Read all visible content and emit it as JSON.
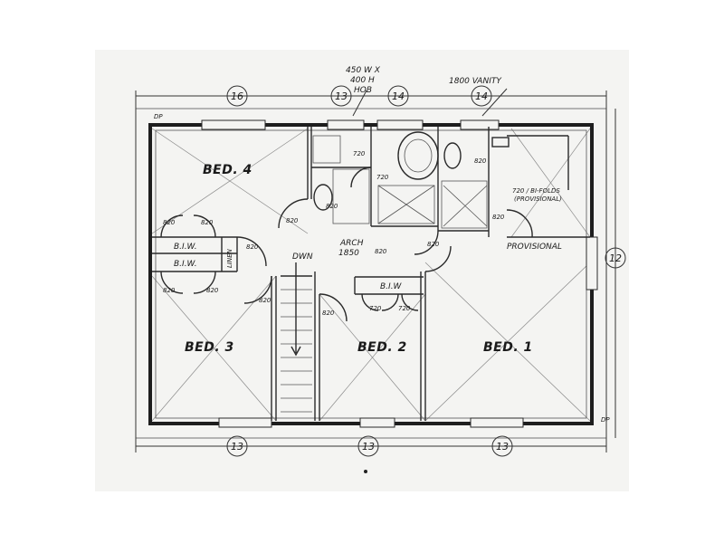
{
  "rooms": {
    "bed4": "BED. 4",
    "bed3": "BED. 3",
    "bed2": "BED. 2",
    "bed1": "BED. 1"
  },
  "labels": {
    "biw_upper": "B.I.W.",
    "biw_lower": "B.I.W.",
    "biw_bed2": "B.I.W",
    "linen": "LINEN",
    "dwn": "DWN",
    "arch": "ARCH",
    "arch_size": "1850",
    "vanity": "1800 VANITY",
    "hob_line1": "450 W X",
    "hob_line2": "400 H",
    "hob_line3": "HOB",
    "bifolds_line1": "720 / BI-FOLDS",
    "bifolds_line2": "(PROVISIONAL)",
    "provisional": "PROVISIONAL",
    "dp_tl": "DP",
    "dp_br": "DP"
  },
  "door_sizes": [
    {
      "id": "d1",
      "text": "820"
    },
    {
      "id": "d2",
      "text": "820"
    },
    {
      "id": "d3",
      "text": "820"
    },
    {
      "id": "d4",
      "text": "820"
    },
    {
      "id": "d5",
      "text": "820"
    },
    {
      "id": "d6",
      "text": "720"
    },
    {
      "id": "d7",
      "text": "720"
    },
    {
      "id": "d8",
      "text": "820"
    },
    {
      "id": "d9",
      "text": "820"
    },
    {
      "id": "d10",
      "text": "820"
    },
    {
      "id": "d11",
      "text": "820"
    },
    {
      "id": "d12",
      "text": "820"
    },
    {
      "id": "d13",
      "text": "820"
    },
    {
      "id": "d14",
      "text": "720"
    },
    {
      "id": "d15",
      "text": "720"
    },
    {
      "id": "d16",
      "text": "820"
    },
    {
      "id": "d17",
      "text": "820"
    }
  ],
  "dimensions": {
    "top": [
      "16",
      "13",
      "14",
      "14"
    ],
    "bottom": [
      "13",
      "13",
      "13"
    ],
    "right": "12"
  }
}
